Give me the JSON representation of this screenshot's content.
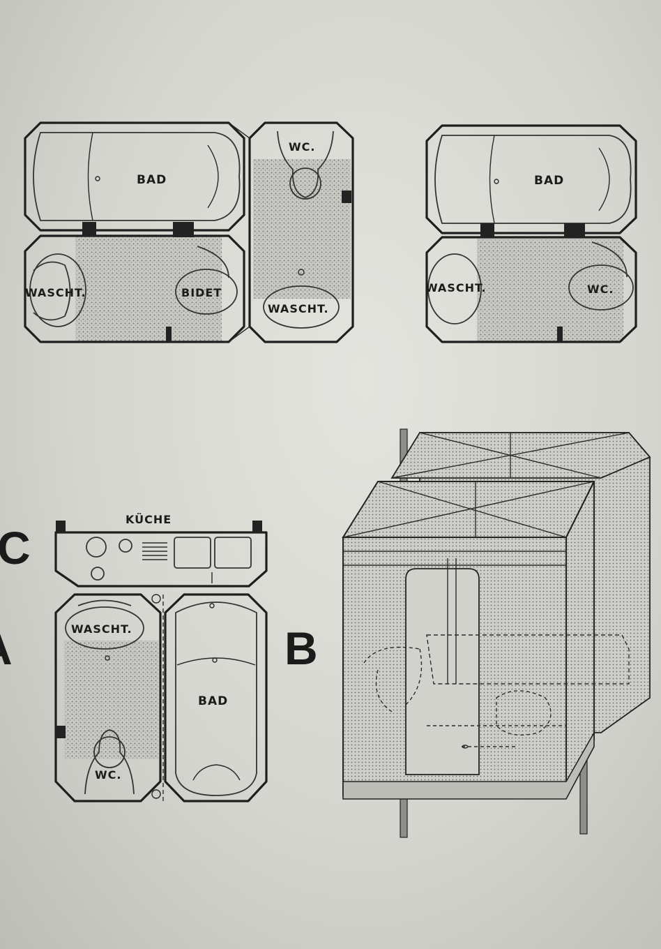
{
  "plan_top_left": {
    "labels": {
      "bath": "BAD",
      "basin_1": "WASCHT.",
      "bidet": "BIDET",
      "wc": "WC.",
      "basin_2": "WASCHT."
    }
  },
  "plan_top_right": {
    "labels": {
      "bath": "BAD",
      "basin": "WASCHT.",
      "wc": "WC."
    }
  },
  "plan_bottom": {
    "labels": {
      "kitchen": "KÜCHE",
      "basin": "WASCHT.",
      "bath": "BAD",
      "wc": "WC."
    }
  },
  "letters": {
    "c": "C",
    "a": "A",
    "b": "B"
  },
  "colors": {
    "ink": "#1e1e1e",
    "paper": "#dcdcd6",
    "fill_pattern": "#8a8a86"
  }
}
